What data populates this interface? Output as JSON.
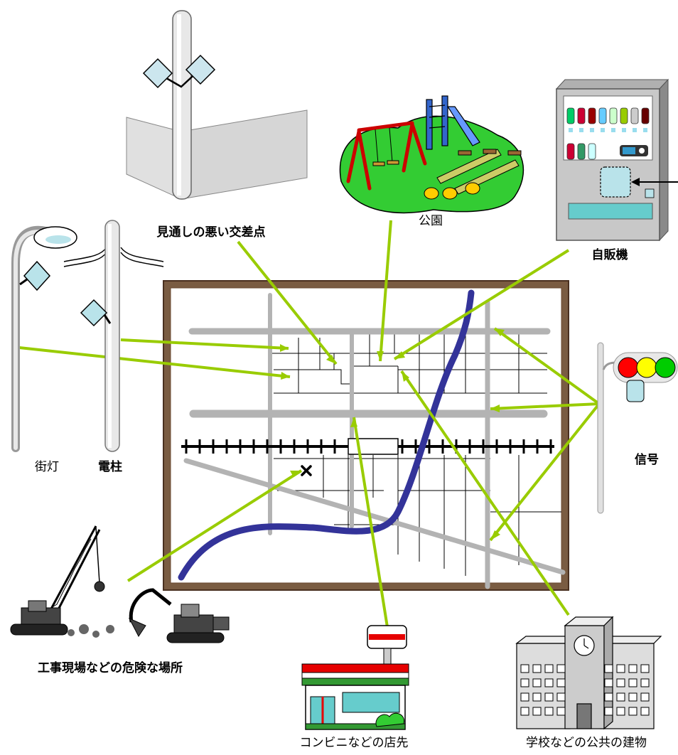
{
  "labels": {
    "blind_intersection": "見通しの悪い交差点",
    "park": "公園",
    "vending_machine": "自販機",
    "street_light": "街灯",
    "utility_pole": "電柱",
    "traffic_signal": "信号",
    "construction_site": "工事現場などの危険な場所",
    "convenience_store": "コンビニなどの店先",
    "public_building": "学校などの公共の建物"
  },
  "colors": {
    "arrow": "#99cc00",
    "map_frame": "#8b6b4f",
    "river": "#333399",
    "main_road": "#b3b3b3",
    "signal_red": "#ff0000",
    "signal_yellow": "#ffff00",
    "signal_green": "#00cc00"
  },
  "icons": [
    "utility-pole-icon",
    "park-icon",
    "vending-machine-icon",
    "street-light-icon",
    "traffic-signal-icon",
    "construction-icon",
    "convenience-store-icon",
    "school-building-icon"
  ]
}
